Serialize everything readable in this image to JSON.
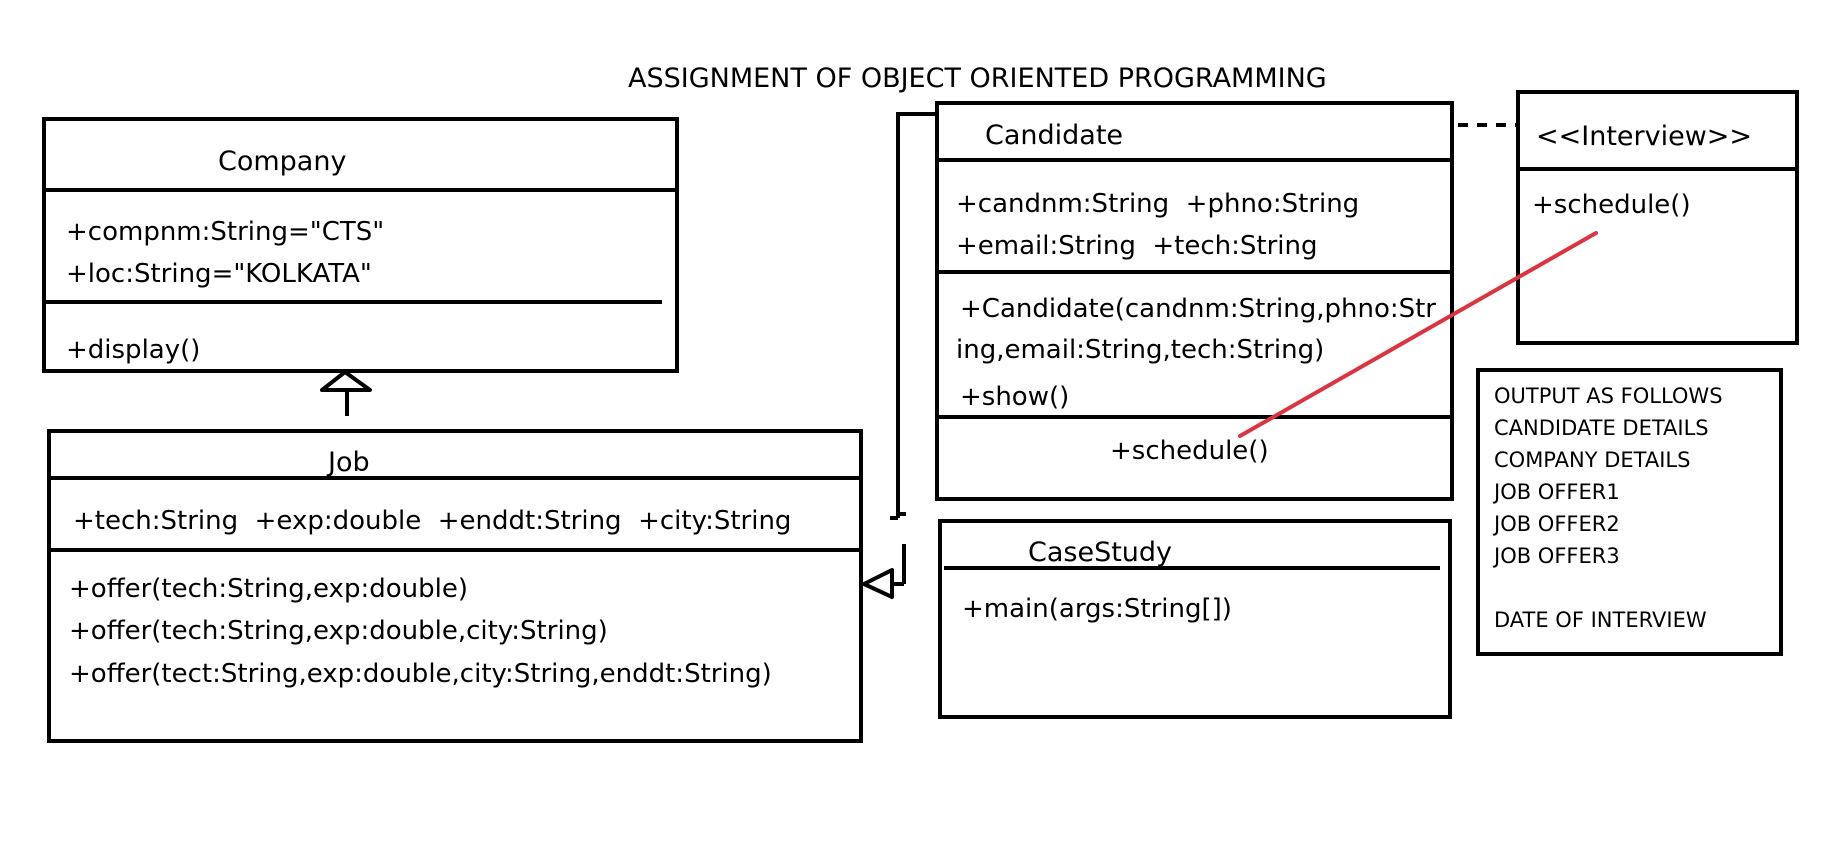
{
  "title": "ASSIGNMENT OF OBJECT ORIENTED PROGRAMMING",
  "classes": {
    "company": {
      "name": "Company",
      "attributes": [
        "+compnm:String=\"CTS\"",
        "+loc:String=\"KOLKATA\""
      ],
      "methods": [
        "+display()"
      ]
    },
    "job": {
      "name": "Job",
      "attributes": [
        "+tech:String  +exp:double  +enddt:String  +city:String"
      ],
      "methods": [
        "+offer(tech:String,exp:double)",
        "+offer(tech:String,exp:double,city:String)",
        "+offer(tect:String,exp:double,city:String,enddt:String)"
      ]
    },
    "candidate": {
      "name": "Candidate",
      "attributes": [
        "+candnm:String  +phno:String",
        "+email:String  +tech:String"
      ],
      "constructor": [
        "+Candidate(candnm:String,phno:Str",
        "ing,email:String,tech:String)"
      ],
      "methods": [
        "+show()"
      ],
      "extra_methods": [
        "+schedule()"
      ]
    },
    "interview": {
      "name": "<<Interview>>",
      "methods": [
        "+schedule()"
      ]
    },
    "casestudy": {
      "name": "CaseStudy",
      "methods": [
        "+main(args:String[])"
      ]
    }
  },
  "output_note": {
    "lines": [
      "OUTPUT AS FOLLOWS",
      "CANDIDATE DETAILS",
      "COMPANY DETAILS",
      "JOB OFFER1",
      "JOB OFFER2",
      "JOB OFFER3",
      "",
      "DATE OF INTERVIEW"
    ]
  },
  "colors": {
    "line": "#000000",
    "annotation": "#d9343f"
  }
}
